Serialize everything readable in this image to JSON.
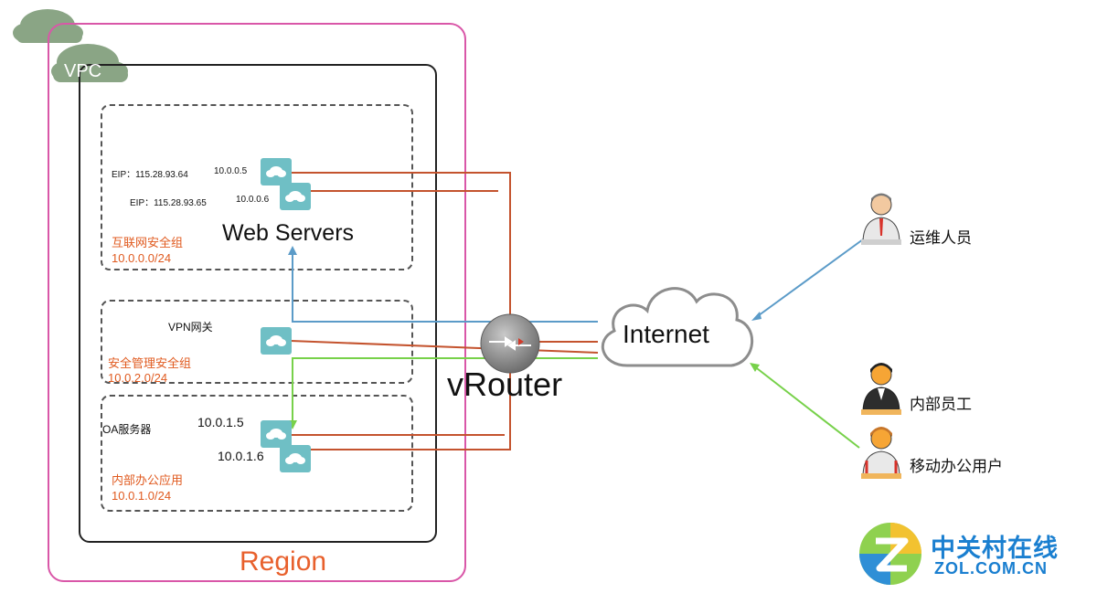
{
  "region": {
    "label": "Region"
  },
  "vpc": {
    "label": "VPC"
  },
  "web_group": {
    "eip_1": "EIP：115.28.93.64",
    "ip_1": "10.0.0.5",
    "eip_2": "EIP：115.28.93.65",
    "ip_2": "10.0.0.6",
    "title": "Web Servers",
    "sg_name": "互联网安全组",
    "sg_cidr": "10.0.0.0/24"
  },
  "vpn_group": {
    "title": "VPN网关",
    "sg_name": "安全管理安全组",
    "sg_cidr": "10.0.2.0/24"
  },
  "oa_group": {
    "title": "OA服务器",
    "ip_1": "10.0.1.5",
    "ip_2": "10.0.1.6",
    "sg_name": "内部办公应用",
    "sg_cidr": "10.0.1.0/24"
  },
  "router": {
    "label": "vRouter"
  },
  "internet": {
    "label": "Internet"
  },
  "users": [
    {
      "label": "运维人员"
    },
    {
      "label": "内部员工"
    },
    {
      "label": "移动办公用户"
    }
  ],
  "watermark": {
    "cn": "中关村在线",
    "en": "ZOL.COM.CN"
  },
  "colors": {
    "region_border": "#d957a8",
    "vpc_border": "#222222",
    "cloud_badge": "#8aa585",
    "link_red": "#c4532e",
    "link_blue": "#5b9bc8",
    "link_green": "#77d14a",
    "node_teal": "#6fbfc5",
    "sg_orange": "#e05a1f",
    "zol_blue": "#1a7fd0"
  },
  "icons": {
    "instance": "cloud-instance-icon",
    "router": "router-icon",
    "internet": "internet-cloud-icon",
    "user": "person-icon"
  }
}
